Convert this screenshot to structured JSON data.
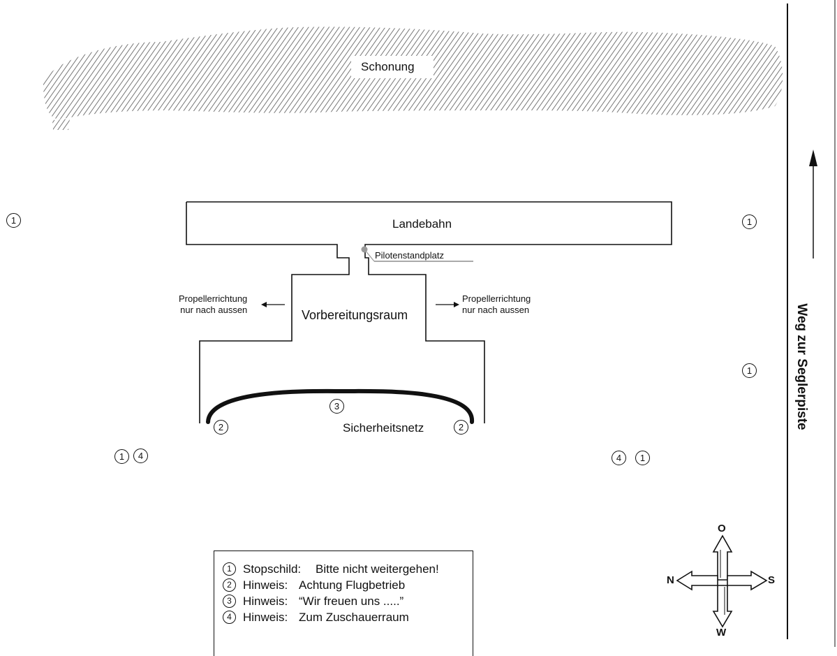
{
  "areas": {
    "reserve": "Schonung",
    "runway": "Landebahn",
    "pilot_stand": "Pilotenstandplatz",
    "prep_area": "Vorbereitungsraum",
    "safety_net": "Sicherheitsnetz"
  },
  "propeller_note": {
    "line1": "Propellerrichtung",
    "line2": "nur nach aussen"
  },
  "road_label": "Weg  zur Seglerpiste",
  "markers": {
    "one": "1",
    "two": "2",
    "three": "3",
    "four": "4"
  },
  "legend": [
    {
      "num": "1",
      "keyword": "Stopschild:",
      "text": "Bitte nicht weitergehen!"
    },
    {
      "num": "2",
      "keyword": "Hinweis:",
      "text": "Achtung Flugbetrieb"
    },
    {
      "num": "3",
      "keyword": "Hinweis:",
      "text": "“Wir freuen uns .....”"
    },
    {
      "num": "4",
      "keyword": "Hinweis:",
      "text": "Zum Zuschauerraum"
    }
  ],
  "compass": {
    "north": "N",
    "south": "S",
    "east": "O",
    "west": "W"
  },
  "colors": {
    "ink": "#111111",
    "hatch": "#555555",
    "pilot_dot": "#999999"
  }
}
